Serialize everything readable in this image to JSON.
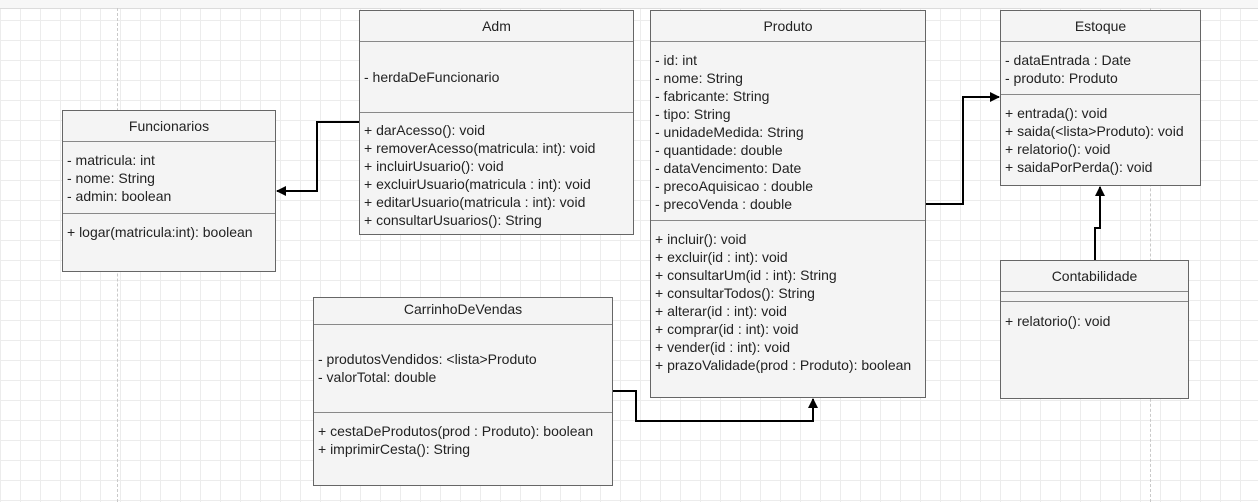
{
  "classes": {
    "adm": {
      "name": "Adm",
      "attributes": [
        "- herdaDeFuncionario"
      ],
      "methods": [
        "+ darAcesso(): void",
        "+ removerAcesso(matricula: int): void",
        "+ incluirUsuario(): void",
        "+ excluirUsuario(matricula : int): void",
        "+ editarUsuario(matricula : int): void",
        "+ consultarUsuarios(): String"
      ]
    },
    "funcionarios": {
      "name": "Funcionarios",
      "attributes": [
        "- matricula: int",
        "- nome: String",
        "- admin: boolean"
      ],
      "methods": [
        "+ logar(matricula:int): boolean"
      ]
    },
    "produto": {
      "name": "Produto",
      "attributes": [
        "- id: int",
        "- nome: String",
        "- fabricante: String",
        "- tipo: String",
        "- unidadeMedida: String",
        "- quantidade: double",
        "- dataVencimento: Date",
        "- precoAquisicao : double",
        "- precoVenda : double"
      ],
      "methods": [
        "+ incluir(): void",
        "+ excluir(id : int): void",
        "+ consultarUm(id : int): String",
        "+ consultarTodos(): String",
        "+ alterar(id : int): void",
        "+ comprar(id : int): void",
        "+ vender(id : int): void",
        "+ prazoValidade(prod : Produto): boolean"
      ]
    },
    "estoque": {
      "name": "Estoque",
      "attributes": [
        "- dataEntrada : Date",
        "- produto: Produto"
      ],
      "methods": [
        "+ entrada(): void",
        "+ saida(<lista>Produto): void",
        "+ relatorio(): void",
        "+ saidaPorPerda(): void"
      ]
    },
    "contabilidade": {
      "name": "Contabilidade",
      "attributes": [],
      "methods": [
        "+ relatorio(): void"
      ]
    },
    "carrinho": {
      "name": "CarrinhoDeVendas",
      "attributes": [
        "- produtosVendidos: <lista>Produto",
        "- valorTotal: double"
      ],
      "methods": [
        "+ cestaDeProdutos(prod : Produto): boolean",
        "+ imprimirCesta(): String"
      ]
    }
  },
  "colors": {
    "box_fill": "#f4f4f4",
    "box_border": "#666666",
    "edge": "#000000",
    "grid": "#ececec"
  }
}
